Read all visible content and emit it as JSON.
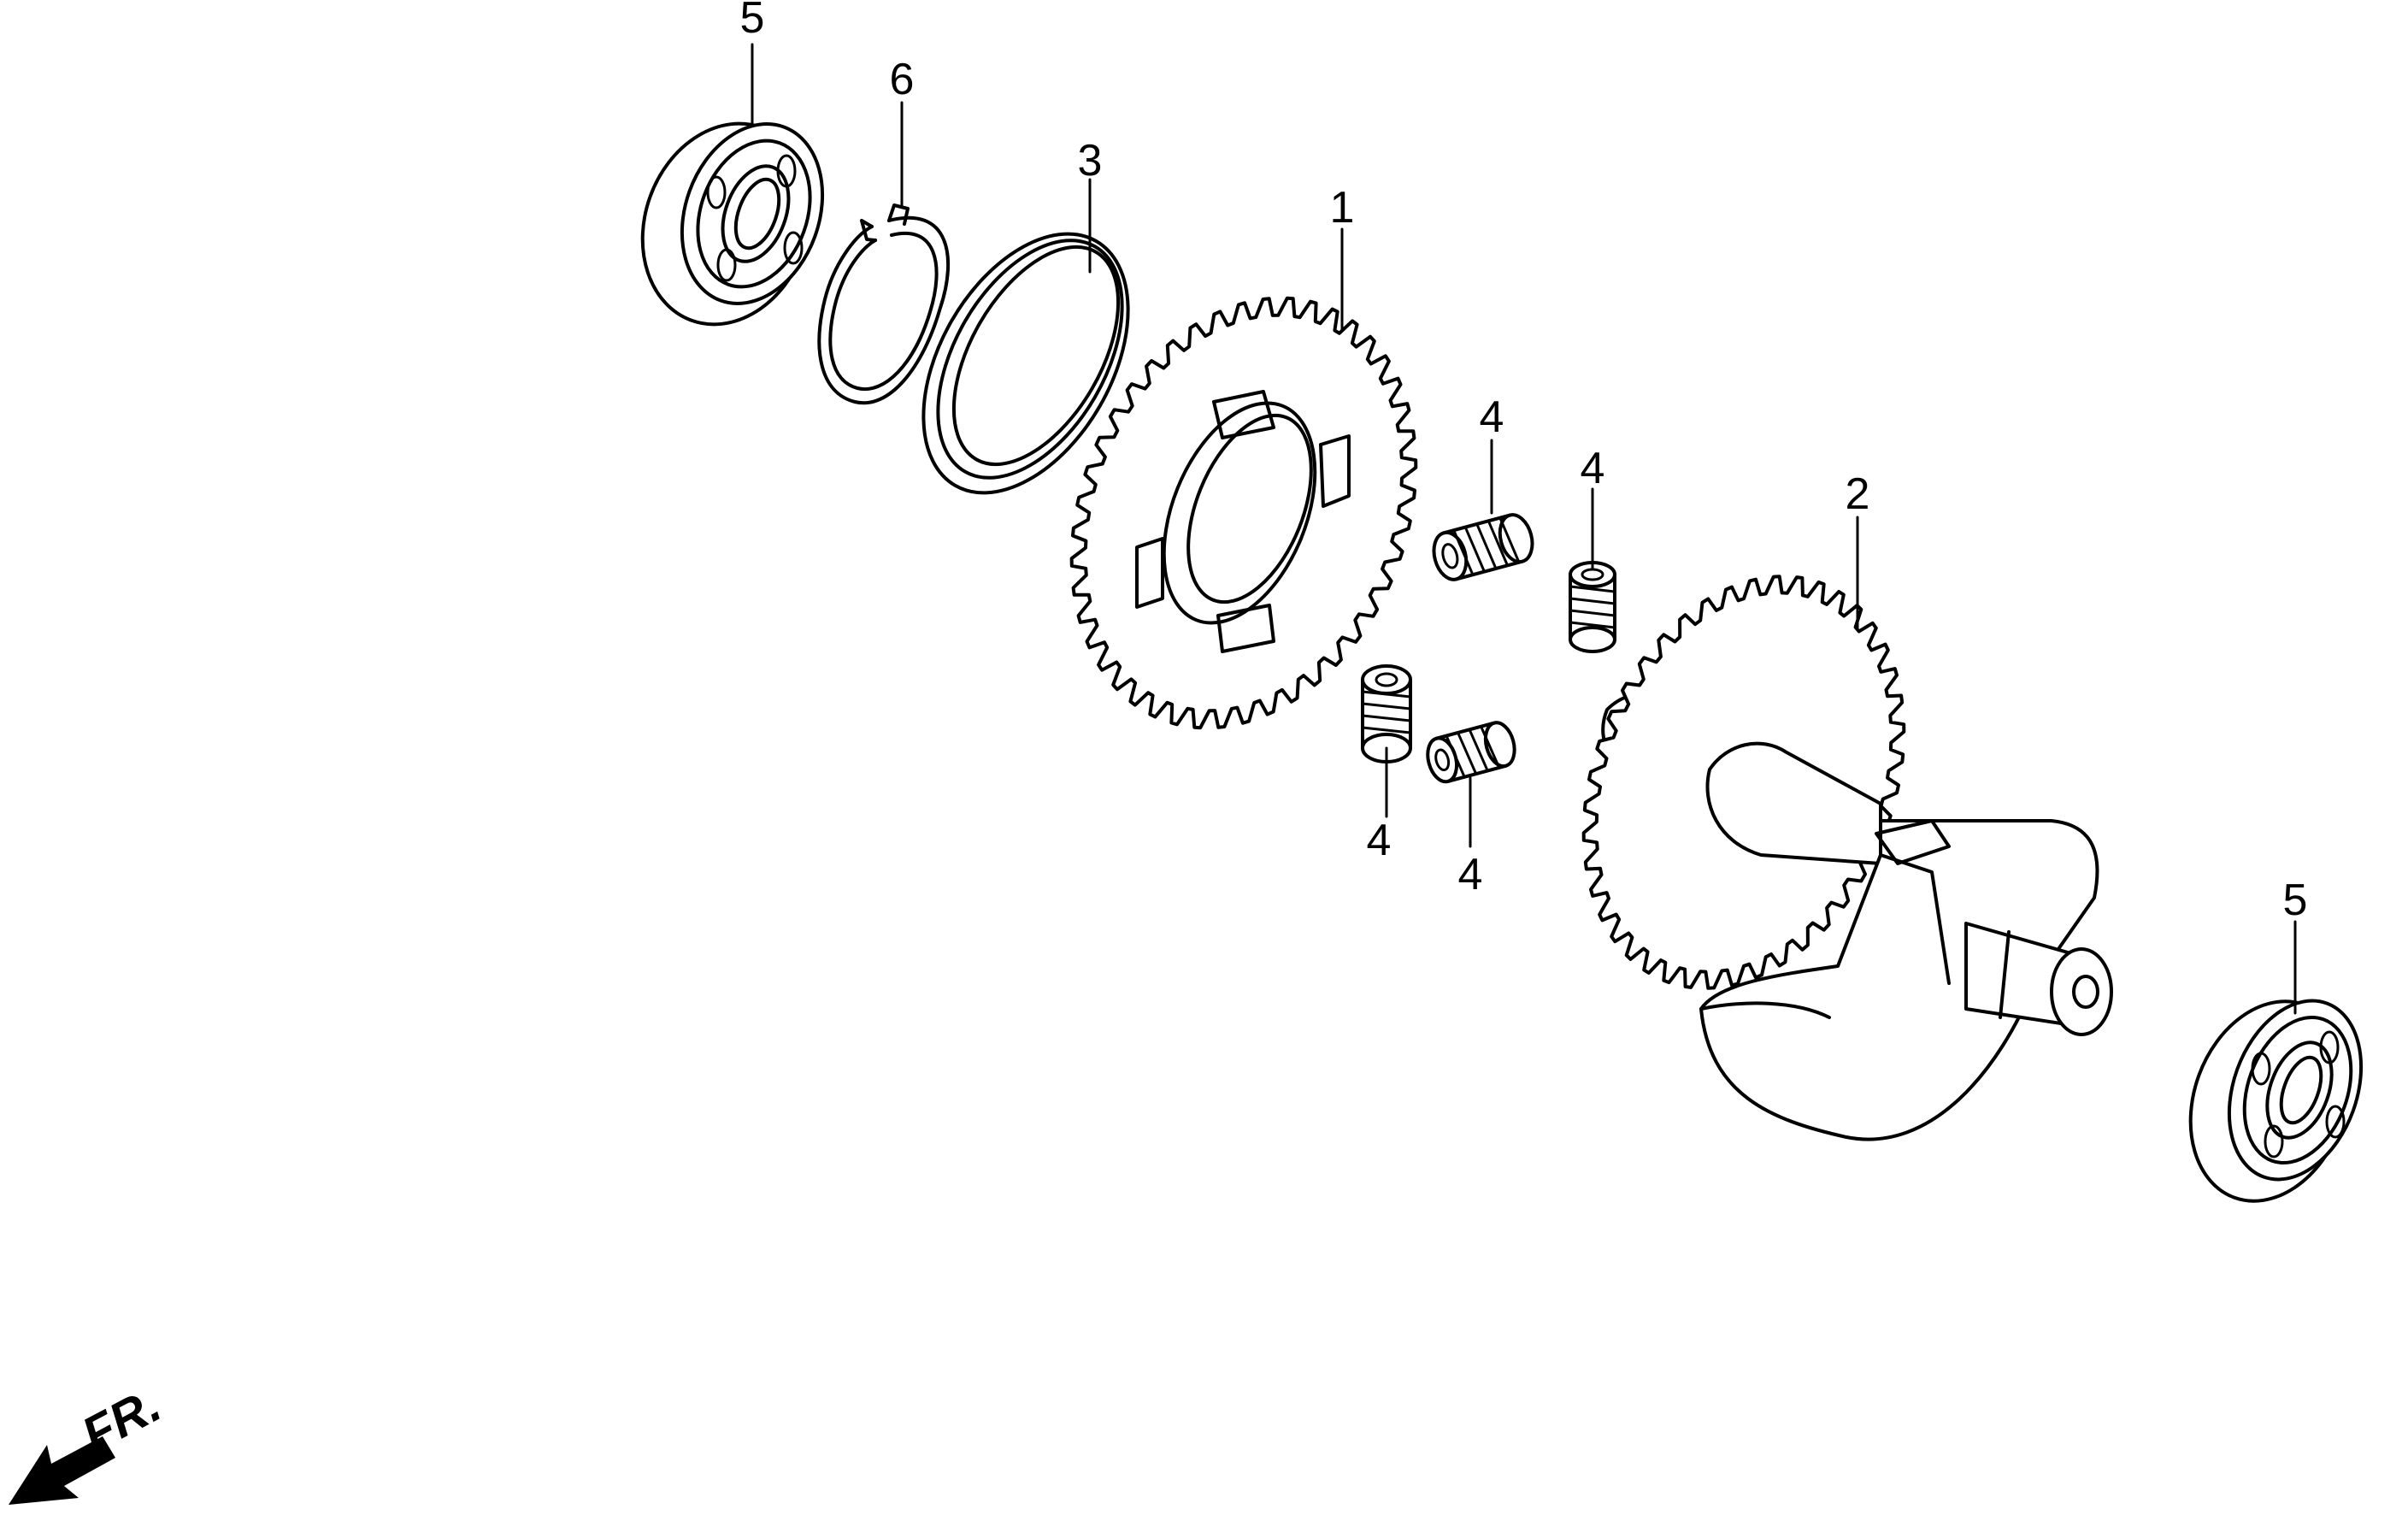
{
  "callouts": [
    {
      "id": "5"
    },
    {
      "id": "6"
    },
    {
      "id": "3"
    },
    {
      "id": "1"
    },
    {
      "id": "4"
    },
    {
      "id": "4"
    },
    {
      "id": "4"
    },
    {
      "id": "4"
    },
    {
      "id": "2"
    },
    {
      "id": "5"
    }
  ],
  "direction_indicator": {
    "text": "FR.",
    "icon": "front-direction-arrow-icon"
  }
}
